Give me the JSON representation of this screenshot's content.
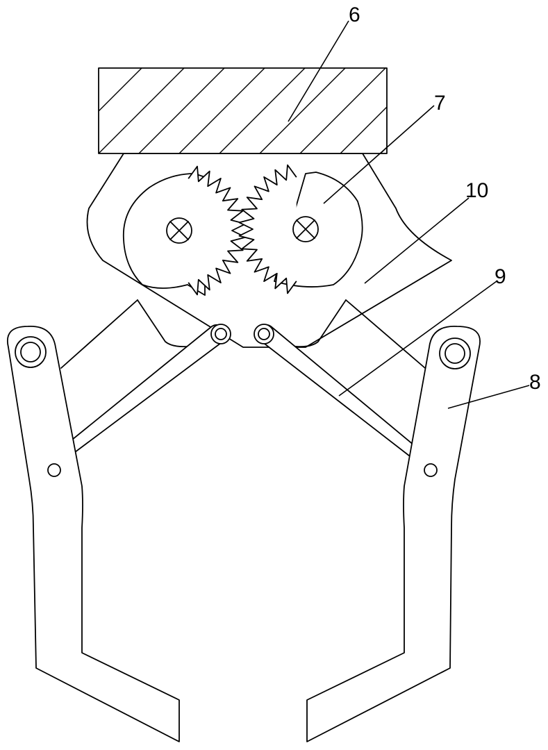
{
  "figure": {
    "labels": {
      "mount_block": "6",
      "gear": "7",
      "gripper_finger": "8",
      "connecting_link": "9",
      "support_bracket": "10"
    },
    "colors": {
      "stroke": "#000000",
      "background": "#ffffff"
    }
  }
}
